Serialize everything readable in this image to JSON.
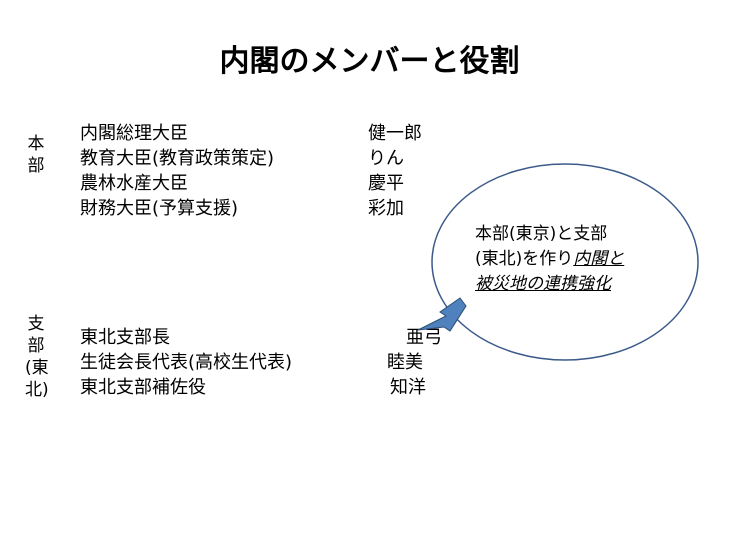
{
  "title": "内閣のメンバーと役割",
  "honbu": {
    "label": "本部",
    "members": [
      {
        "role": "内閣総理大臣",
        "name": "健一郎"
      },
      {
        "role": "教育大臣(教育政策策定)",
        "name": "りん"
      },
      {
        "role": "農林水産大臣",
        "name": "慶平"
      },
      {
        "role": "財務大臣(予算支援)",
        "name": "彩加"
      }
    ]
  },
  "shibu": {
    "label": "支部(東北)",
    "members": [
      {
        "role": "東北支部長",
        "name": "亜弓"
      },
      {
        "role": "生徒会長代表(高校生代表)",
        "name": "睦美"
      },
      {
        "role": "東北支部補佐役",
        "name": "知洋"
      }
    ]
  },
  "callout": {
    "line1": "本部(東京)と支部",
    "line2_plain": "(東北)を作り",
    "line2_emph": "内閣と",
    "line3_emph": "被災地の連携強化"
  },
  "colors": {
    "bubble_stroke": "#3b5a8a",
    "arrow_fill": "#4f81bd",
    "arrow_stroke": "#2c4d75"
  }
}
